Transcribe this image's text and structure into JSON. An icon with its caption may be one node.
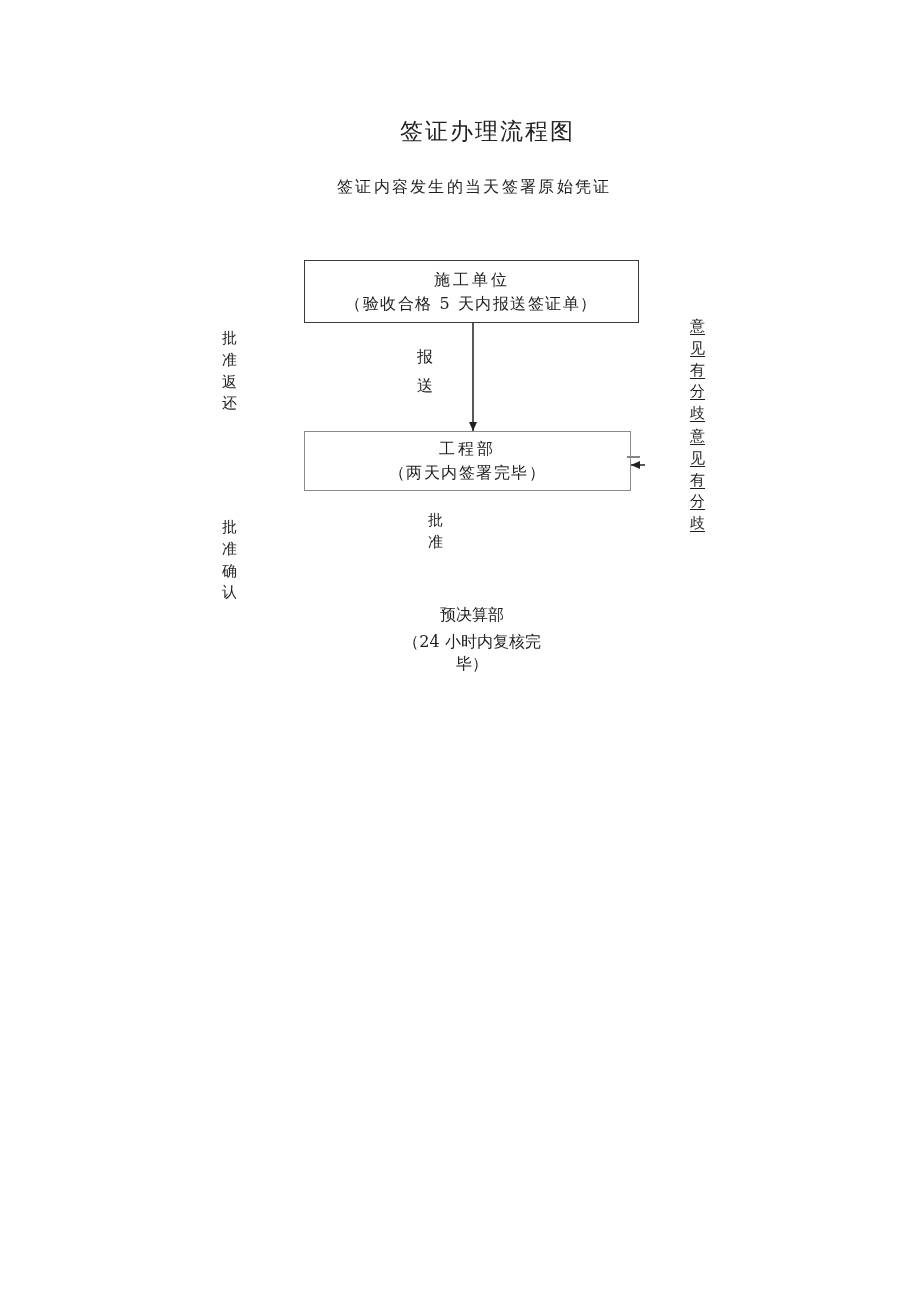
{
  "diagram": {
    "title": "签证办理流程图",
    "nodes": [
      {
        "text": [
          "施工单位",
          "（验收合格 5 天内报送签证单）"
        ]
      },
      {
        "text": [
          "工程部",
          "（两天内签署完毕）"
        ]
      }
    ],
    "edges": [
      {
        "from": 0,
        "to": 1,
        "arrow": "to",
        "label": "报送"
      },
      {
        "from": null,
        "to": 1,
        "arrow": "to"
      }
    ],
    "labels": [
      "签证内容发生的当天签署原始凭证",
      "批准返还",
      "意见有分歧",
      "意见有分歧",
      "批准",
      "批准确认",
      "预决算部",
      "（24 小时内复核完毕）"
    ]
  }
}
